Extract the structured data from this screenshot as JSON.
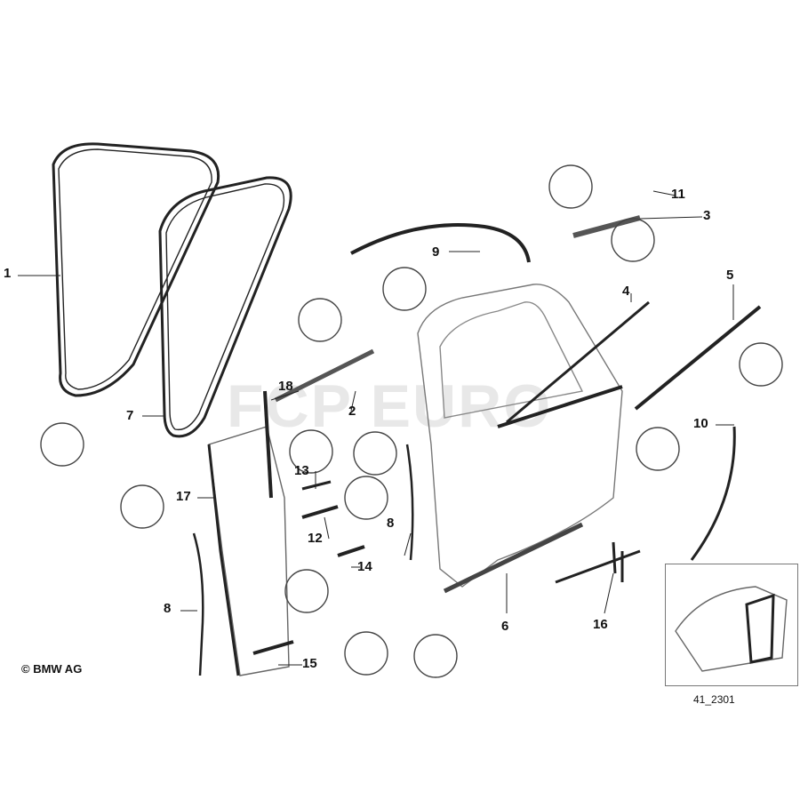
{
  "copyright": "© BMW AG",
  "diagram_code": "41_2301",
  "watermark": "FCP EURO",
  "callouts": [
    {
      "id": "1",
      "label": "1"
    },
    {
      "id": "7",
      "label": "7"
    },
    {
      "id": "17",
      "label": "17"
    },
    {
      "id": "8a",
      "label": "8"
    },
    {
      "id": "18",
      "label": "18"
    },
    {
      "id": "2",
      "label": "2"
    },
    {
      "id": "13",
      "label": "13"
    },
    {
      "id": "12",
      "label": "12"
    },
    {
      "id": "14",
      "label": "14"
    },
    {
      "id": "15",
      "label": "15"
    },
    {
      "id": "9",
      "label": "9"
    },
    {
      "id": "11",
      "label": "11"
    },
    {
      "id": "3",
      "label": "3"
    },
    {
      "id": "4",
      "label": "4"
    },
    {
      "id": "5",
      "label": "5"
    },
    {
      "id": "10",
      "label": "10"
    },
    {
      "id": "8b",
      "label": "8"
    },
    {
      "id": "6",
      "label": "6"
    },
    {
      "id": "16",
      "label": "16"
    }
  ]
}
